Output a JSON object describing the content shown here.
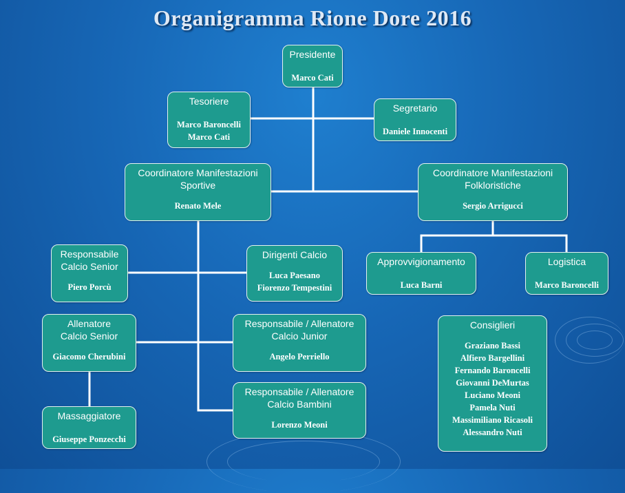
{
  "title": "Organigramma Rione Dore 2016",
  "boxes": {
    "presidente": {
      "role": "Presidente",
      "people": [
        "Marco Cati"
      ]
    },
    "tesoriere": {
      "role": "Tesoriere",
      "people": [
        "Marco Baroncelli",
        "Marco Cati"
      ]
    },
    "segretario": {
      "role": "Segretario",
      "people": [
        "Daniele Innocenti"
      ]
    },
    "coord_sport": {
      "role": "Coordinatore Manifestazioni\nSportive",
      "people": [
        "Renato Mele"
      ]
    },
    "coord_folk": {
      "role": "Coordinatore Manifestazioni\nFolkloristiche",
      "people": [
        "Sergio Arrigucci"
      ]
    },
    "approvv": {
      "role": "Approvvigionamento",
      "people": [
        "Luca Barni"
      ]
    },
    "logistica": {
      "role": "Logistica",
      "people": [
        "Marco Baroncelli"
      ]
    },
    "resp_senior": {
      "role": "Responsabile\nCalcio Senior",
      "people": [
        "Piero Porcù"
      ]
    },
    "dirigenti": {
      "role": "Dirigenti Calcio",
      "people": [
        "Luca Paesano",
        "Fiorenzo Tempestini"
      ]
    },
    "allen_senior": {
      "role": "Allenatore\nCalcio Senior",
      "people": [
        "Giacomo Cherubini"
      ]
    },
    "resp_junior": {
      "role": "Responsabile / Allenatore\nCalcio Junior",
      "people": [
        "Angelo Perriello"
      ]
    },
    "massaggiatore": {
      "role": "Massaggiatore",
      "people": [
        "Giuseppe Ponzecchi"
      ]
    },
    "resp_bambini": {
      "role": "Responsabile / Allenatore\nCalcio Bambini",
      "people": [
        "Lorenzo Meoni"
      ]
    },
    "consiglieri": {
      "role": "Consiglieri",
      "people": [
        "Graziano Bassi",
        "Alfiero Bargellini",
        "Fernando Baroncelli",
        "Giovanni DeMurtas",
        "Luciano Meoni",
        "Pamela Nuti",
        "Massimiliano Ricasoli",
        "Alessandro Nuti"
      ]
    }
  }
}
